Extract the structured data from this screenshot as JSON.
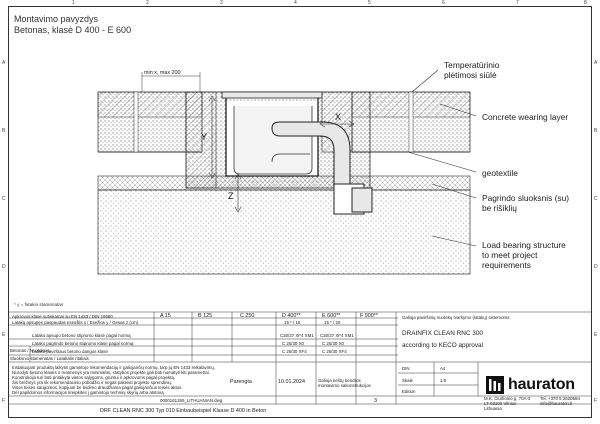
{
  "title": {
    "line1": "Montavimo pavyzdys",
    "line2": "Betonas, klasė D 400 - E 600"
  },
  "dimensions": {
    "min_max": "min x, max 200",
    "x": "X",
    "y": "Y",
    "z": "Z"
  },
  "callouts": {
    "expansion_joint": [
      "Temperatūrinio",
      "plėtimosi siūlė"
    ],
    "wearing_layer": "Concrete wearing layer",
    "geotextile": "geotextile",
    "base_layer": [
      "Pagrindo sluoksnis (su)",
      "be rišiklių"
    ],
    "load_bearing": [
      "Load bearing structure",
      "to meet project",
      "requirements"
    ]
  },
  "footnote": "* y = fatakio stamenatas",
  "grid": {
    "top_numbers": [
      "1",
      "2",
      "3",
      "4",
      "5",
      "6",
      "7",
      "8"
    ],
    "side_letters": [
      "A",
      "B",
      "C",
      "D",
      "E",
      "F"
    ]
  },
  "title_block": {
    "row1_label": "Apkrovos klasė sutinkamai su EN 1433 / DIN 19580",
    "classes": [
      "A 15",
      "B 125",
      "C 250",
      "D 400**",
      "E 600**",
      "F 900**"
    ],
    "row2_label": "Lataką apsupęs paspaudas esesšlis x / Esežlos y / Gesas z (cm)",
    "row2_vals": [
      "15 * / 15",
      "15 * / 20"
    ],
    "row3_label": "Latako apsupo betono stiprumo klasė pagal normą",
    "row3_vals": [
      "C30/37 XF4 XM1",
      "C30/37 XF4 XM1"
    ],
    "row4_label": "Latako pagrindo betono stiprumo klasė pagal normą",
    "row4_vals": [
      "C 25/30 X0",
      "C 25/30 X0"
    ],
    "row5_label": "Latako paviršiaus betono dangos klasė",
    "row5_vals": [
      "C 25/30 XF4",
      "C 25/30 XF4"
    ],
    "side_label1": "Betonas / Nuotoleas",
    "side_label2": "Sluoksnio stamenatas / Latakalis ritaliais",
    "description": "Galioja paviršinių nuotekų tvarkymo (latakų) sistemoms:",
    "product": "DRAINFIX CLEAN RNC 300",
    "approval": "according to KECO approval",
    "din_label": "DIN",
    "din_value": "A4",
    "scale_label": "Skalė",
    "scale_value": "1:5",
    "edition_label": "Edition",
    "notes": [
      "Instaliuojant produktą laikytis gamintojo rekomendacijų ir galiojančių normų, tarp jų EN 1433 reikalavimų.",
      "Nurodyti betono klasės ir matmenys yra minimalūs, statybos projekte gali būti numatyti kiti parametrai.",
      "Konstrukcija turi būti pritaikyta vietos sąlygoms, gruntui ir apkrovoms pagal projektą.",
      "Šis brėžinys yra tik rekomendacinio pobūdžio ir negali pakeisti projekto sprendinių.",
      "Visos teisės saugomos, kopijuoti be leidimo draudžiama pagal galiojančius teisės aktus.",
      "Dėl papildomos informacijos kreipkitės į gamintojo techninį skyrių arba atstovą."
    ],
    "drawing_no": "0000161269_LITHUANIAN.dwg",
    "drawn_label": "Parengta",
    "drawn_date": "10.01.2024",
    "valid_note": [
      "Galioja nėštų bendros",
      "montavimo sakonstrukcijos"
    ],
    "revision": "3",
    "footer": "DRF CLEAN RNC 300 Typ 010 Einbaubeispiel Klasse D 400 in Beton",
    "brand": "hauraton",
    "address": [
      "M.K. Čiurlionio g. 70A-3",
      "LT-03100 Vilnius",
      "Lithuania"
    ],
    "contact": [
      "Tel. +370 5 2620594",
      "info@hauraton.lt"
    ]
  },
  "colors": {
    "line": "#333333",
    "concrete_dots": "#777777",
    "channel_fill": "#e8e8e8",
    "frame": "#333333"
  }
}
